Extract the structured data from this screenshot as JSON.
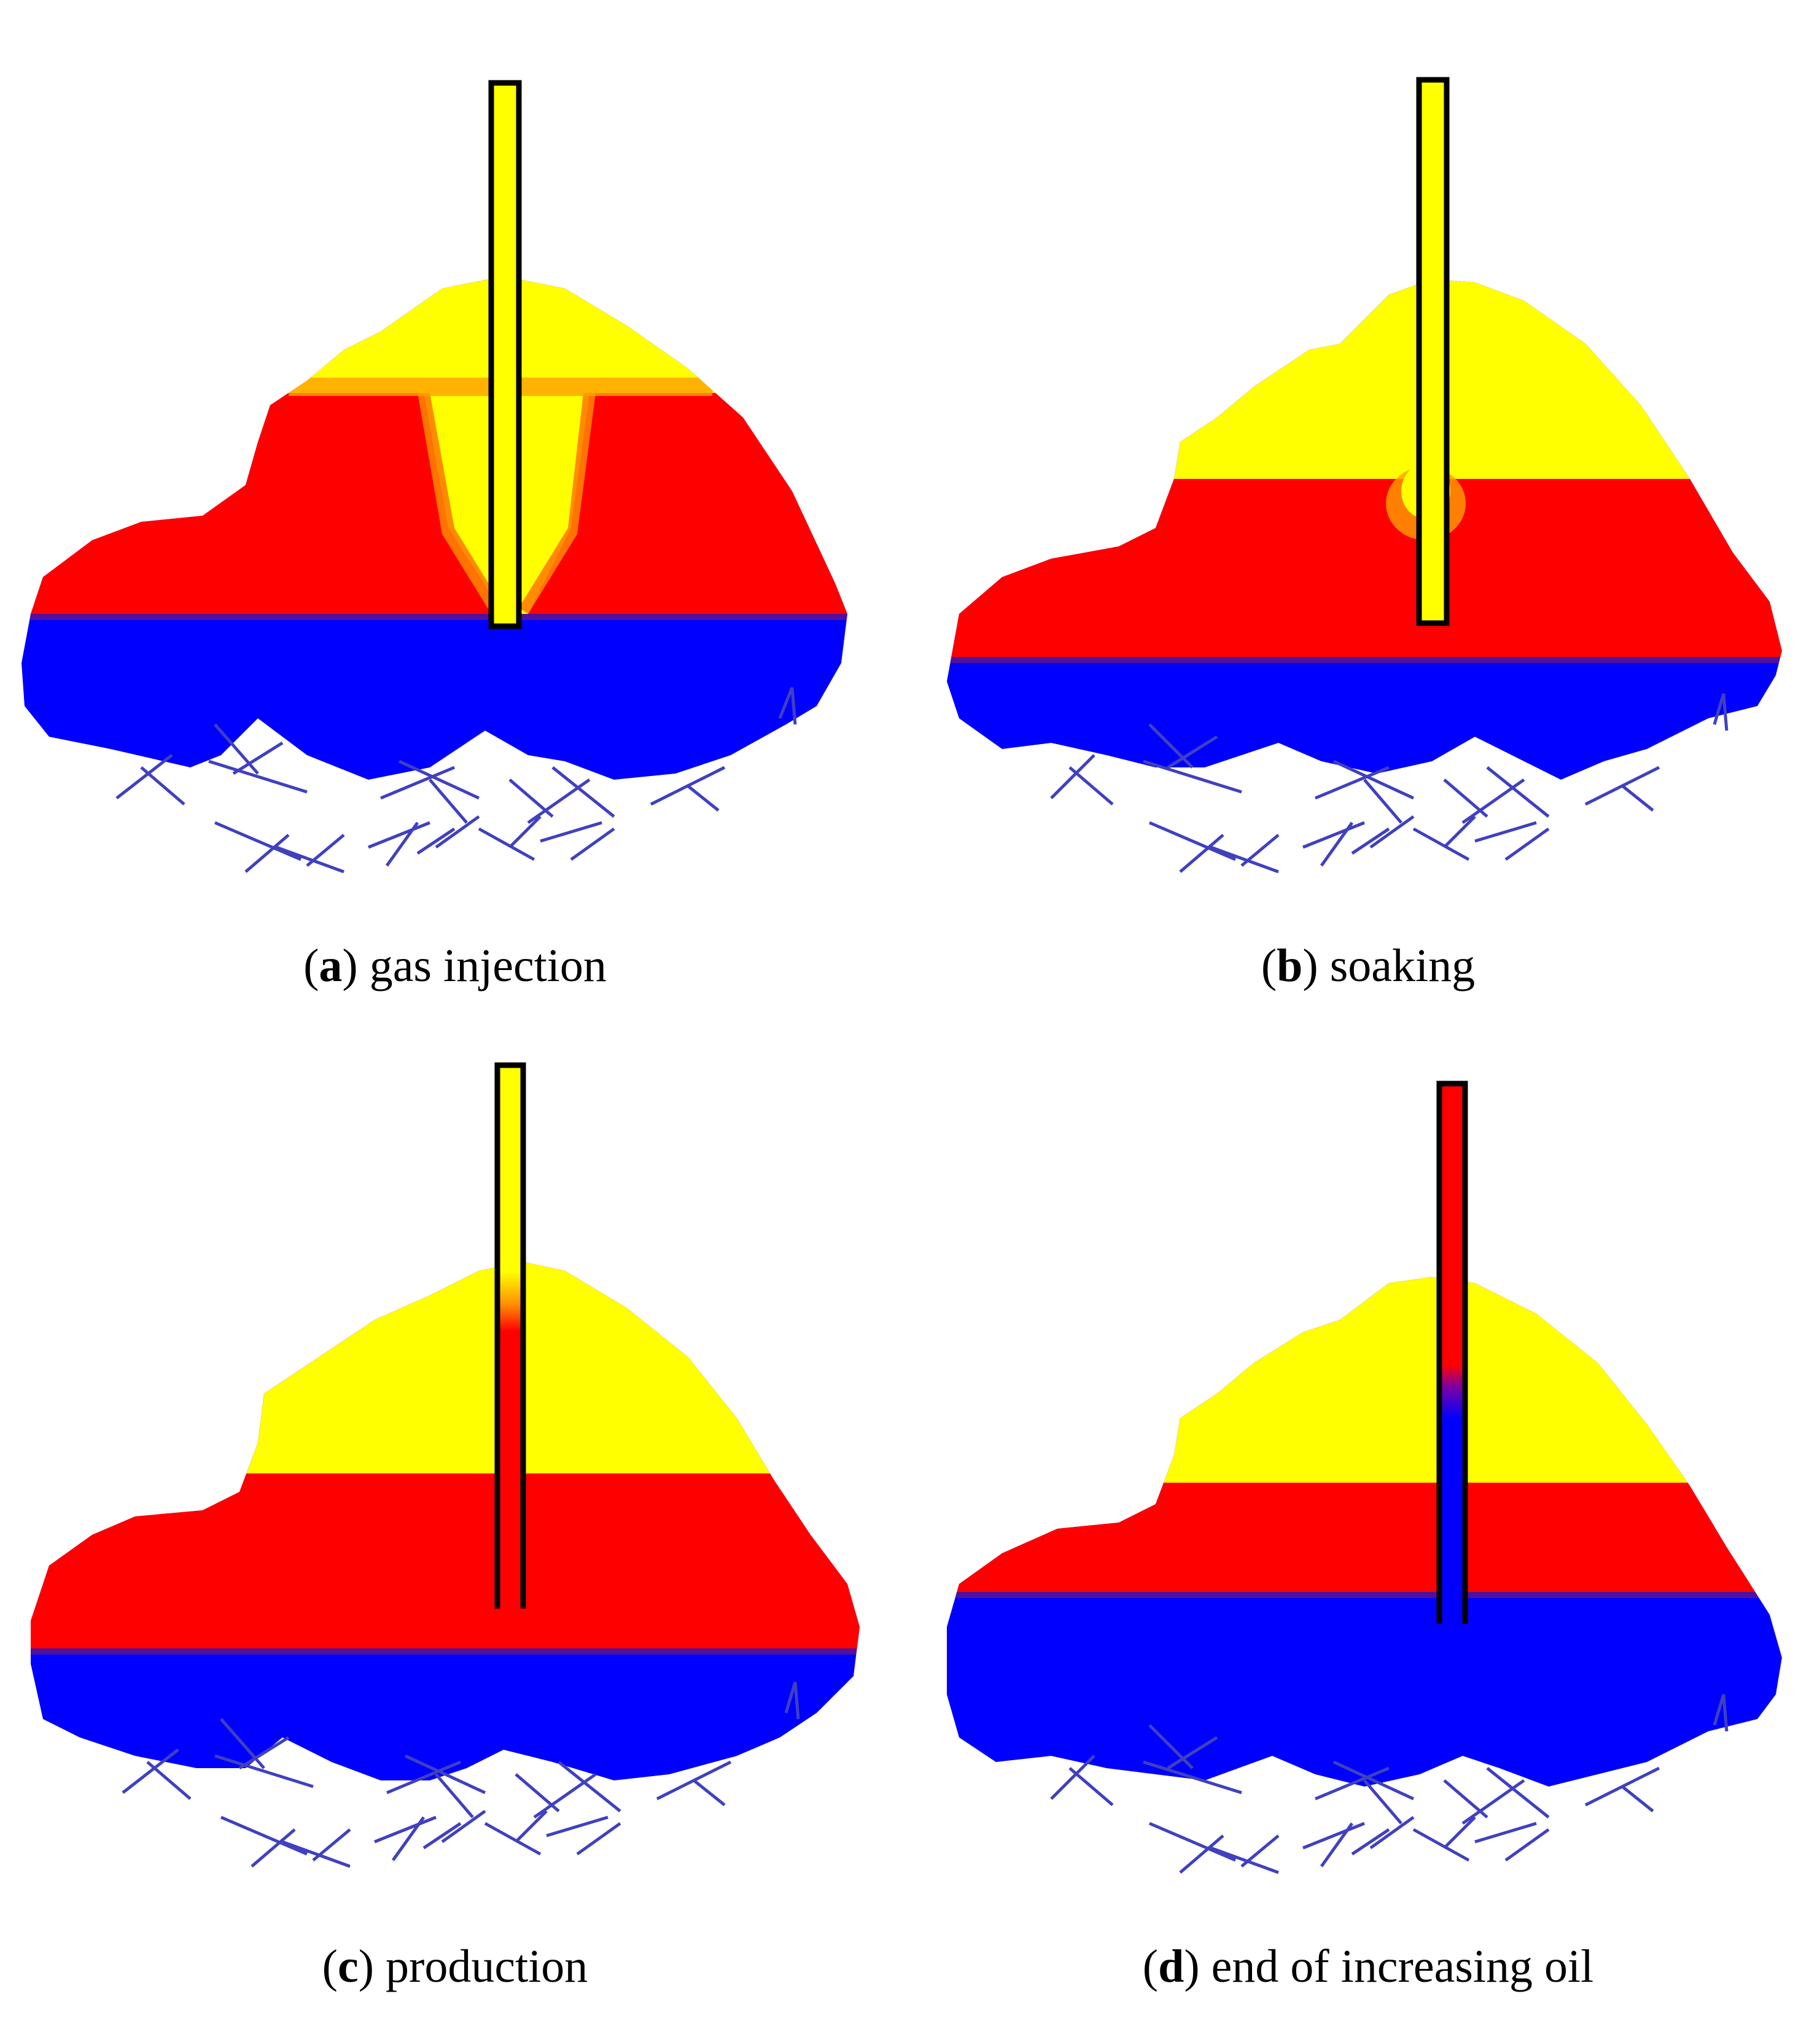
{
  "colors": {
    "gas": "#FFFF00",
    "oil": "#FF0000",
    "water": "#0000FF",
    "fracture": "#4040C0",
    "well_outline": "#000000"
  },
  "panels": [
    {
      "letter": "a",
      "caption": "gas injection"
    },
    {
      "letter": "b",
      "caption": "soaking"
    },
    {
      "letter": "c",
      "caption": "production"
    },
    {
      "letter": "d",
      "caption": "end of increasing oil"
    }
  ]
}
